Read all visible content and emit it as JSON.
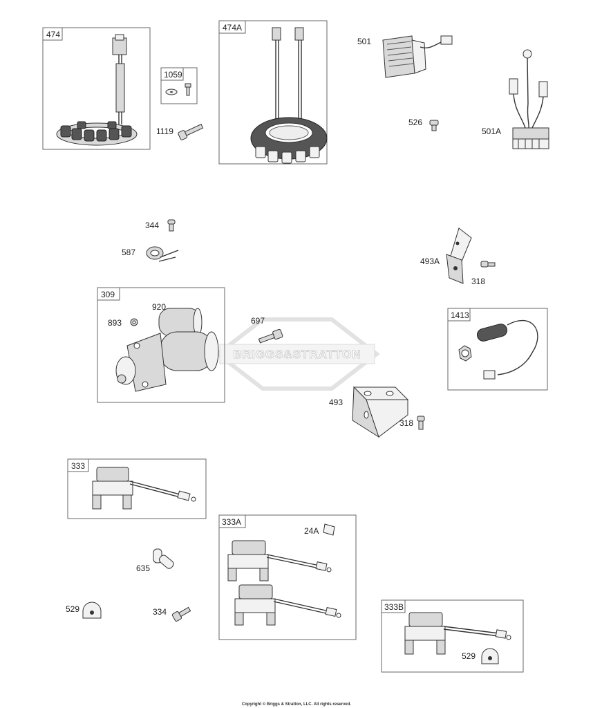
{
  "watermark": "BRIGGS&STRATTON",
  "copyright": "Copyright © Briggs & Stratton, LLC. All rights reserved.",
  "boxes": {
    "b474": "474",
    "b1059": "1059",
    "b474A": "474A",
    "b309": "309",
    "b1413": "1413",
    "b333": "333",
    "b333A": "333A",
    "b333B": "333B"
  },
  "callouts": {
    "c1119": "1119",
    "c501": "501",
    "c526": "526",
    "c501A": "501A",
    "c344": "344",
    "c587": "587",
    "c493A": "493A",
    "c318a": "318",
    "c920": "920",
    "c893": "893",
    "c697": "697",
    "c493": "493",
    "c318b": "318",
    "c24A": "24A",
    "c635": "635",
    "c529a": "529",
    "c334": "334",
    "c529b": "529"
  }
}
